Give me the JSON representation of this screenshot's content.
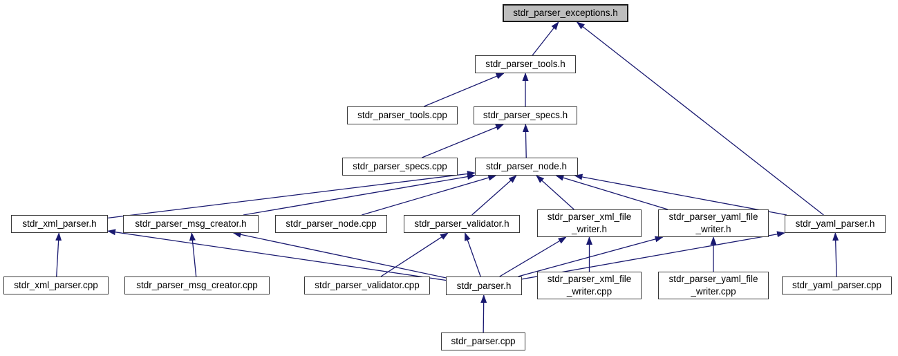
{
  "graph": {
    "title": "stdr_parser include dependency graph",
    "background_color": "#ffffff",
    "edge_color": "#191970",
    "node_fill_color": "#ffffff",
    "node_border_color": "#3a3a3a",
    "highlight_fill_color": "#bebebe",
    "type": "dependency-graph",
    "nodes": [
      {
        "id": "exceptions_h",
        "label": "stdr_parser_exceptions.h",
        "highlighted": true
      },
      {
        "id": "tools_h",
        "label": "stdr_parser_tools.h"
      },
      {
        "id": "tools_cpp",
        "label": "stdr_parser_tools.cpp"
      },
      {
        "id": "specs_h",
        "label": "stdr_parser_specs.h"
      },
      {
        "id": "specs_cpp",
        "label": "stdr_parser_specs.cpp"
      },
      {
        "id": "node_h",
        "label": "stdr_parser_node.h"
      },
      {
        "id": "xml_parser_h",
        "label": "stdr_xml_parser.h"
      },
      {
        "id": "msg_creator_h",
        "label": "stdr_parser_msg_creator.h"
      },
      {
        "id": "node_cpp",
        "label": "stdr_parser_node.cpp"
      },
      {
        "id": "validator_h",
        "label": "stdr_parser_validator.h"
      },
      {
        "id": "xml_file_writer_h",
        "label": "stdr_parser_xml_file\n_writer.h"
      },
      {
        "id": "yaml_file_writer_h",
        "label": "stdr_parser_yaml_file\n_writer.h"
      },
      {
        "id": "yaml_parser_h",
        "label": "stdr_yaml_parser.h"
      },
      {
        "id": "xml_parser_cpp",
        "label": "stdr_xml_parser.cpp"
      },
      {
        "id": "msg_creator_cpp",
        "label": "stdr_parser_msg_creator.cpp"
      },
      {
        "id": "validator_cpp",
        "label": "stdr_parser_validator.cpp"
      },
      {
        "id": "parser_h",
        "label": "stdr_parser.h"
      },
      {
        "id": "xml_file_writer_cpp",
        "label": "stdr_parser_xml_file\n_writer.cpp"
      },
      {
        "id": "yaml_file_writer_cpp",
        "label": "stdr_parser_yaml_file\n_writer.cpp"
      },
      {
        "id": "yaml_parser_cpp",
        "label": "stdr_yaml_parser.cpp"
      },
      {
        "id": "parser_cpp",
        "label": "stdr_parser.cpp"
      }
    ],
    "edges": [
      {
        "from": "tools_h",
        "to": "exceptions_h"
      },
      {
        "from": "yaml_parser_h",
        "to": "exceptions_h"
      },
      {
        "from": "tools_cpp",
        "to": "tools_h"
      },
      {
        "from": "specs_h",
        "to": "tools_h"
      },
      {
        "from": "specs_cpp",
        "to": "specs_h"
      },
      {
        "from": "node_h",
        "to": "specs_h"
      },
      {
        "from": "xml_parser_h",
        "to": "node_h"
      },
      {
        "from": "msg_creator_h",
        "to": "node_h"
      },
      {
        "from": "node_cpp",
        "to": "node_h"
      },
      {
        "from": "validator_h",
        "to": "node_h"
      },
      {
        "from": "xml_file_writer_h",
        "to": "node_h"
      },
      {
        "from": "yaml_file_writer_h",
        "to": "node_h"
      },
      {
        "from": "yaml_parser_h",
        "to": "node_h"
      },
      {
        "from": "xml_parser_cpp",
        "to": "xml_parser_h"
      },
      {
        "from": "parser_h",
        "to": "xml_parser_h"
      },
      {
        "from": "msg_creator_cpp",
        "to": "msg_creator_h"
      },
      {
        "from": "parser_h",
        "to": "msg_creator_h"
      },
      {
        "from": "validator_cpp",
        "to": "validator_h"
      },
      {
        "from": "parser_h",
        "to": "validator_h"
      },
      {
        "from": "xml_file_writer_cpp",
        "to": "xml_file_writer_h"
      },
      {
        "from": "parser_h",
        "to": "xml_file_writer_h"
      },
      {
        "from": "yaml_file_writer_cpp",
        "to": "yaml_file_writer_h"
      },
      {
        "from": "parser_h",
        "to": "yaml_file_writer_h"
      },
      {
        "from": "yaml_parser_cpp",
        "to": "yaml_parser_h"
      },
      {
        "from": "parser_h",
        "to": "yaml_parser_h"
      },
      {
        "from": "parser_cpp",
        "to": "parser_h"
      }
    ]
  }
}
